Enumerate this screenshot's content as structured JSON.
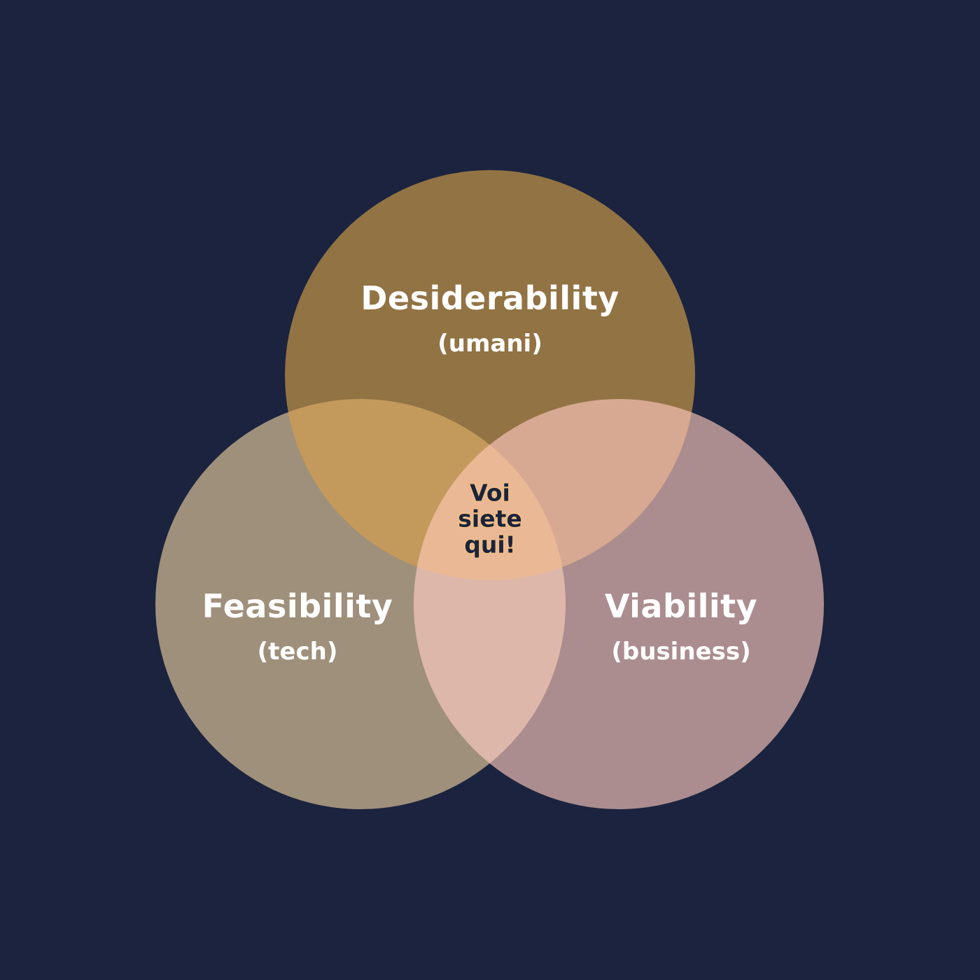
{
  "colors": {
    "background": "#1b233e",
    "desirability": "#927344",
    "feasibility": "#9f907b",
    "viability": "#ab8d8f",
    "overlap_top_left": "#c49a5c",
    "overlap_top_right": "#d7a992",
    "overlap_bottom": "#ddb7a9",
    "overlap_center": "#ebb896"
  },
  "circles": {
    "desirability": {
      "title": "Desiderability",
      "subtitle": "(umani)"
    },
    "feasibility": {
      "title": "Feasibility",
      "subtitle": "(tech)"
    },
    "viability": {
      "title": "Viability",
      "subtitle": "(business)"
    }
  },
  "center": {
    "lines": [
      "Voi",
      "siete",
      "qui!"
    ]
  }
}
